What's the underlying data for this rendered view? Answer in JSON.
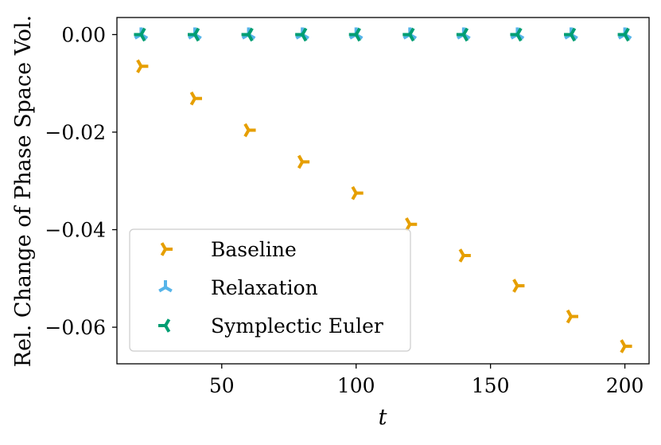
{
  "chart_data": {
    "type": "scatter",
    "xlabel": "t",
    "ylabel": "Rel. Change of Phase Space Vol.",
    "xlim": [
      11,
      209
    ],
    "ylim": [
      -0.0675,
      0.0035
    ],
    "xticks": [
      50,
      100,
      150,
      200
    ],
    "xtick_labels": [
      "50",
      "100",
      "150",
      "200"
    ],
    "yticks": [
      0.0,
      -0.02,
      -0.04,
      -0.06
    ],
    "ytick_labels": [
      "0.00",
      "−0.02",
      "−0.04",
      "−0.06"
    ],
    "grid": false,
    "legend_position": "lower-left",
    "series": [
      {
        "name": "Baseline",
        "color": "#E69F00",
        "marker": "tri-right",
        "x": [
          20,
          40,
          60,
          80,
          100,
          120,
          140,
          160,
          180,
          200
        ],
        "y": [
          -0.0065,
          -0.0131,
          -0.0196,
          -0.0261,
          -0.0325,
          -0.0389,
          -0.0453,
          -0.0515,
          -0.0578,
          -0.0639
        ]
      },
      {
        "name": "Relaxation",
        "color": "#56B4E9",
        "marker": "tri-up",
        "x": [
          20,
          40,
          60,
          80,
          100,
          120,
          140,
          160,
          180,
          200
        ],
        "y": [
          0,
          0,
          0,
          0,
          0,
          0,
          0,
          0,
          0,
          0
        ]
      },
      {
        "name": "Symplectic Euler",
        "color": "#009E73",
        "marker": "tri-left",
        "x": [
          20,
          40,
          60,
          80,
          100,
          120,
          140,
          160,
          180,
          200
        ],
        "y": [
          0,
          0,
          0,
          0,
          0,
          0,
          0,
          0,
          0,
          0
        ]
      }
    ]
  }
}
